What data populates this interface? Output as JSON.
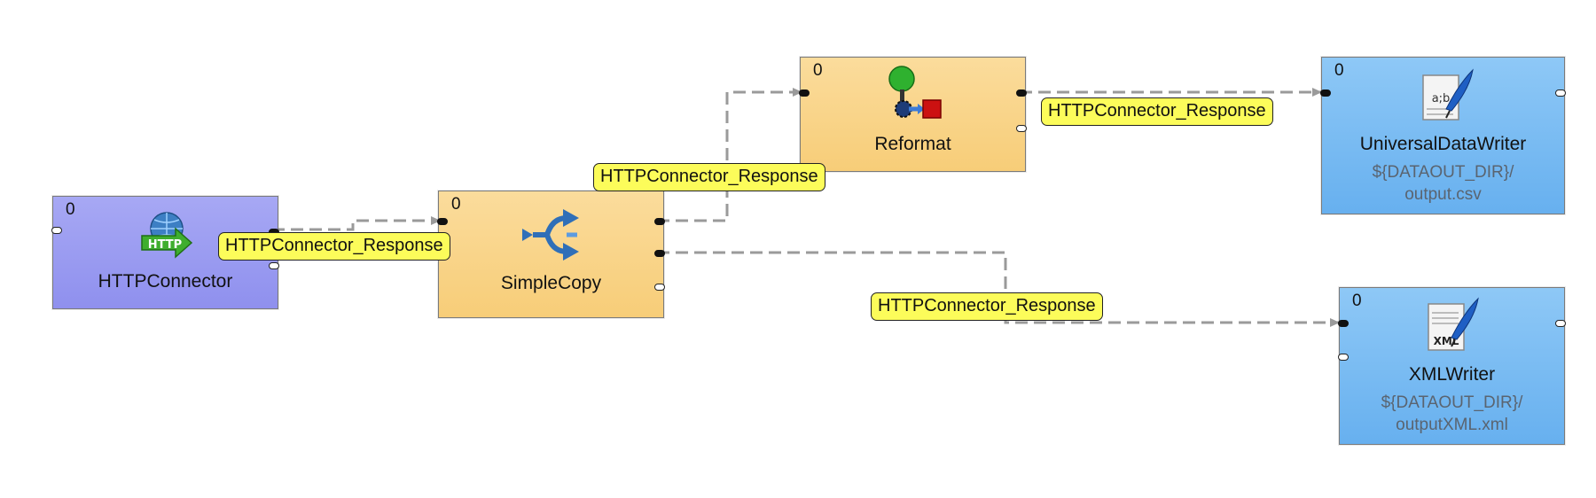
{
  "nodes": {
    "http_connector": {
      "phase": "0",
      "title": "HTTPConnector",
      "icon": "http-icon"
    },
    "simple_copy": {
      "phase": "0",
      "title": "SimpleCopy",
      "icon": "split-arrows-icon"
    },
    "reformat": {
      "phase": "0",
      "title": "Reformat",
      "icon": "reformat-icon"
    },
    "universal_data_writer": {
      "phase": "0",
      "title": "UniversalDataWriter",
      "line1": "${DATAOUT_DIR}/",
      "line2": "output.csv",
      "icon": "csv-writer-icon"
    },
    "xml_writer": {
      "phase": "0",
      "title": "XMLWriter",
      "line1": "${DATAOUT_DIR}/",
      "line2": "outputXML.xml",
      "icon": "xml-writer-icon"
    }
  },
  "edges": {
    "http_to_copy": {
      "label": "HTTPConnector_Response"
    },
    "copy_to_reformat": {
      "label": "HTTPConnector_Response"
    },
    "reformat_to_writer": {
      "label": "HTTPConnector_Response"
    },
    "copy_to_xml": {
      "label": "HTTPConnector_Response"
    }
  },
  "colors": {
    "connector_node": "#9899f0",
    "transform_node": "#f8d182",
    "writer_node": "#72b6f1",
    "edge_label": "#fcfc5a",
    "edge_line": "#9a9a9a"
  }
}
